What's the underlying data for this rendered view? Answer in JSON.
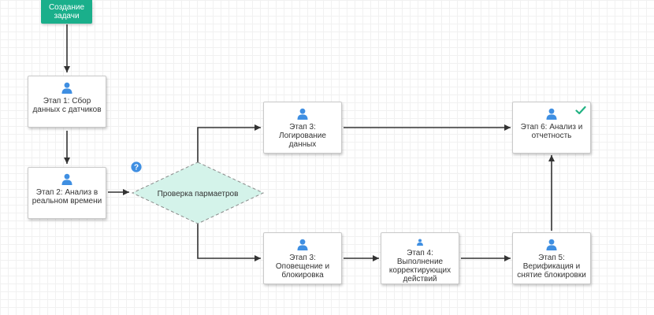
{
  "diagram": {
    "start": {
      "label": "Создание задачи"
    },
    "steps": {
      "s1": {
        "label": "Этап 1: Сбор данных с датчиков",
        "icon": "user-icon"
      },
      "s2": {
        "label": "Этап 2: Анализ в реальном времени",
        "icon": "user-icon"
      },
      "s3a": {
        "label": "Этап 3: Логирование данных",
        "icon": "user-icon"
      },
      "s3b": {
        "label": "Этап 3: Оповещение и блокировка",
        "icon": "user-icon"
      },
      "s4": {
        "label": "Этап 4: Выполнение корректирующих действий",
        "icon": "user-icon"
      },
      "s5": {
        "label": "Этап 5: Верификация и снятие блокировки",
        "icon": "user-icon"
      },
      "s6": {
        "label": "Этап 6: Анализ и отчетность",
        "icon": "user-icon",
        "status_icon": "check-icon"
      }
    },
    "decision": {
      "label": "Проверка пармаетров",
      "icon": "question-icon"
    },
    "colors": {
      "start_fill": "#1aaf8b",
      "decision_fill": "#d4f3ea",
      "icon_blue": "#3f8fe2",
      "check_green": "#22b283",
      "edge": "#333333"
    }
  }
}
